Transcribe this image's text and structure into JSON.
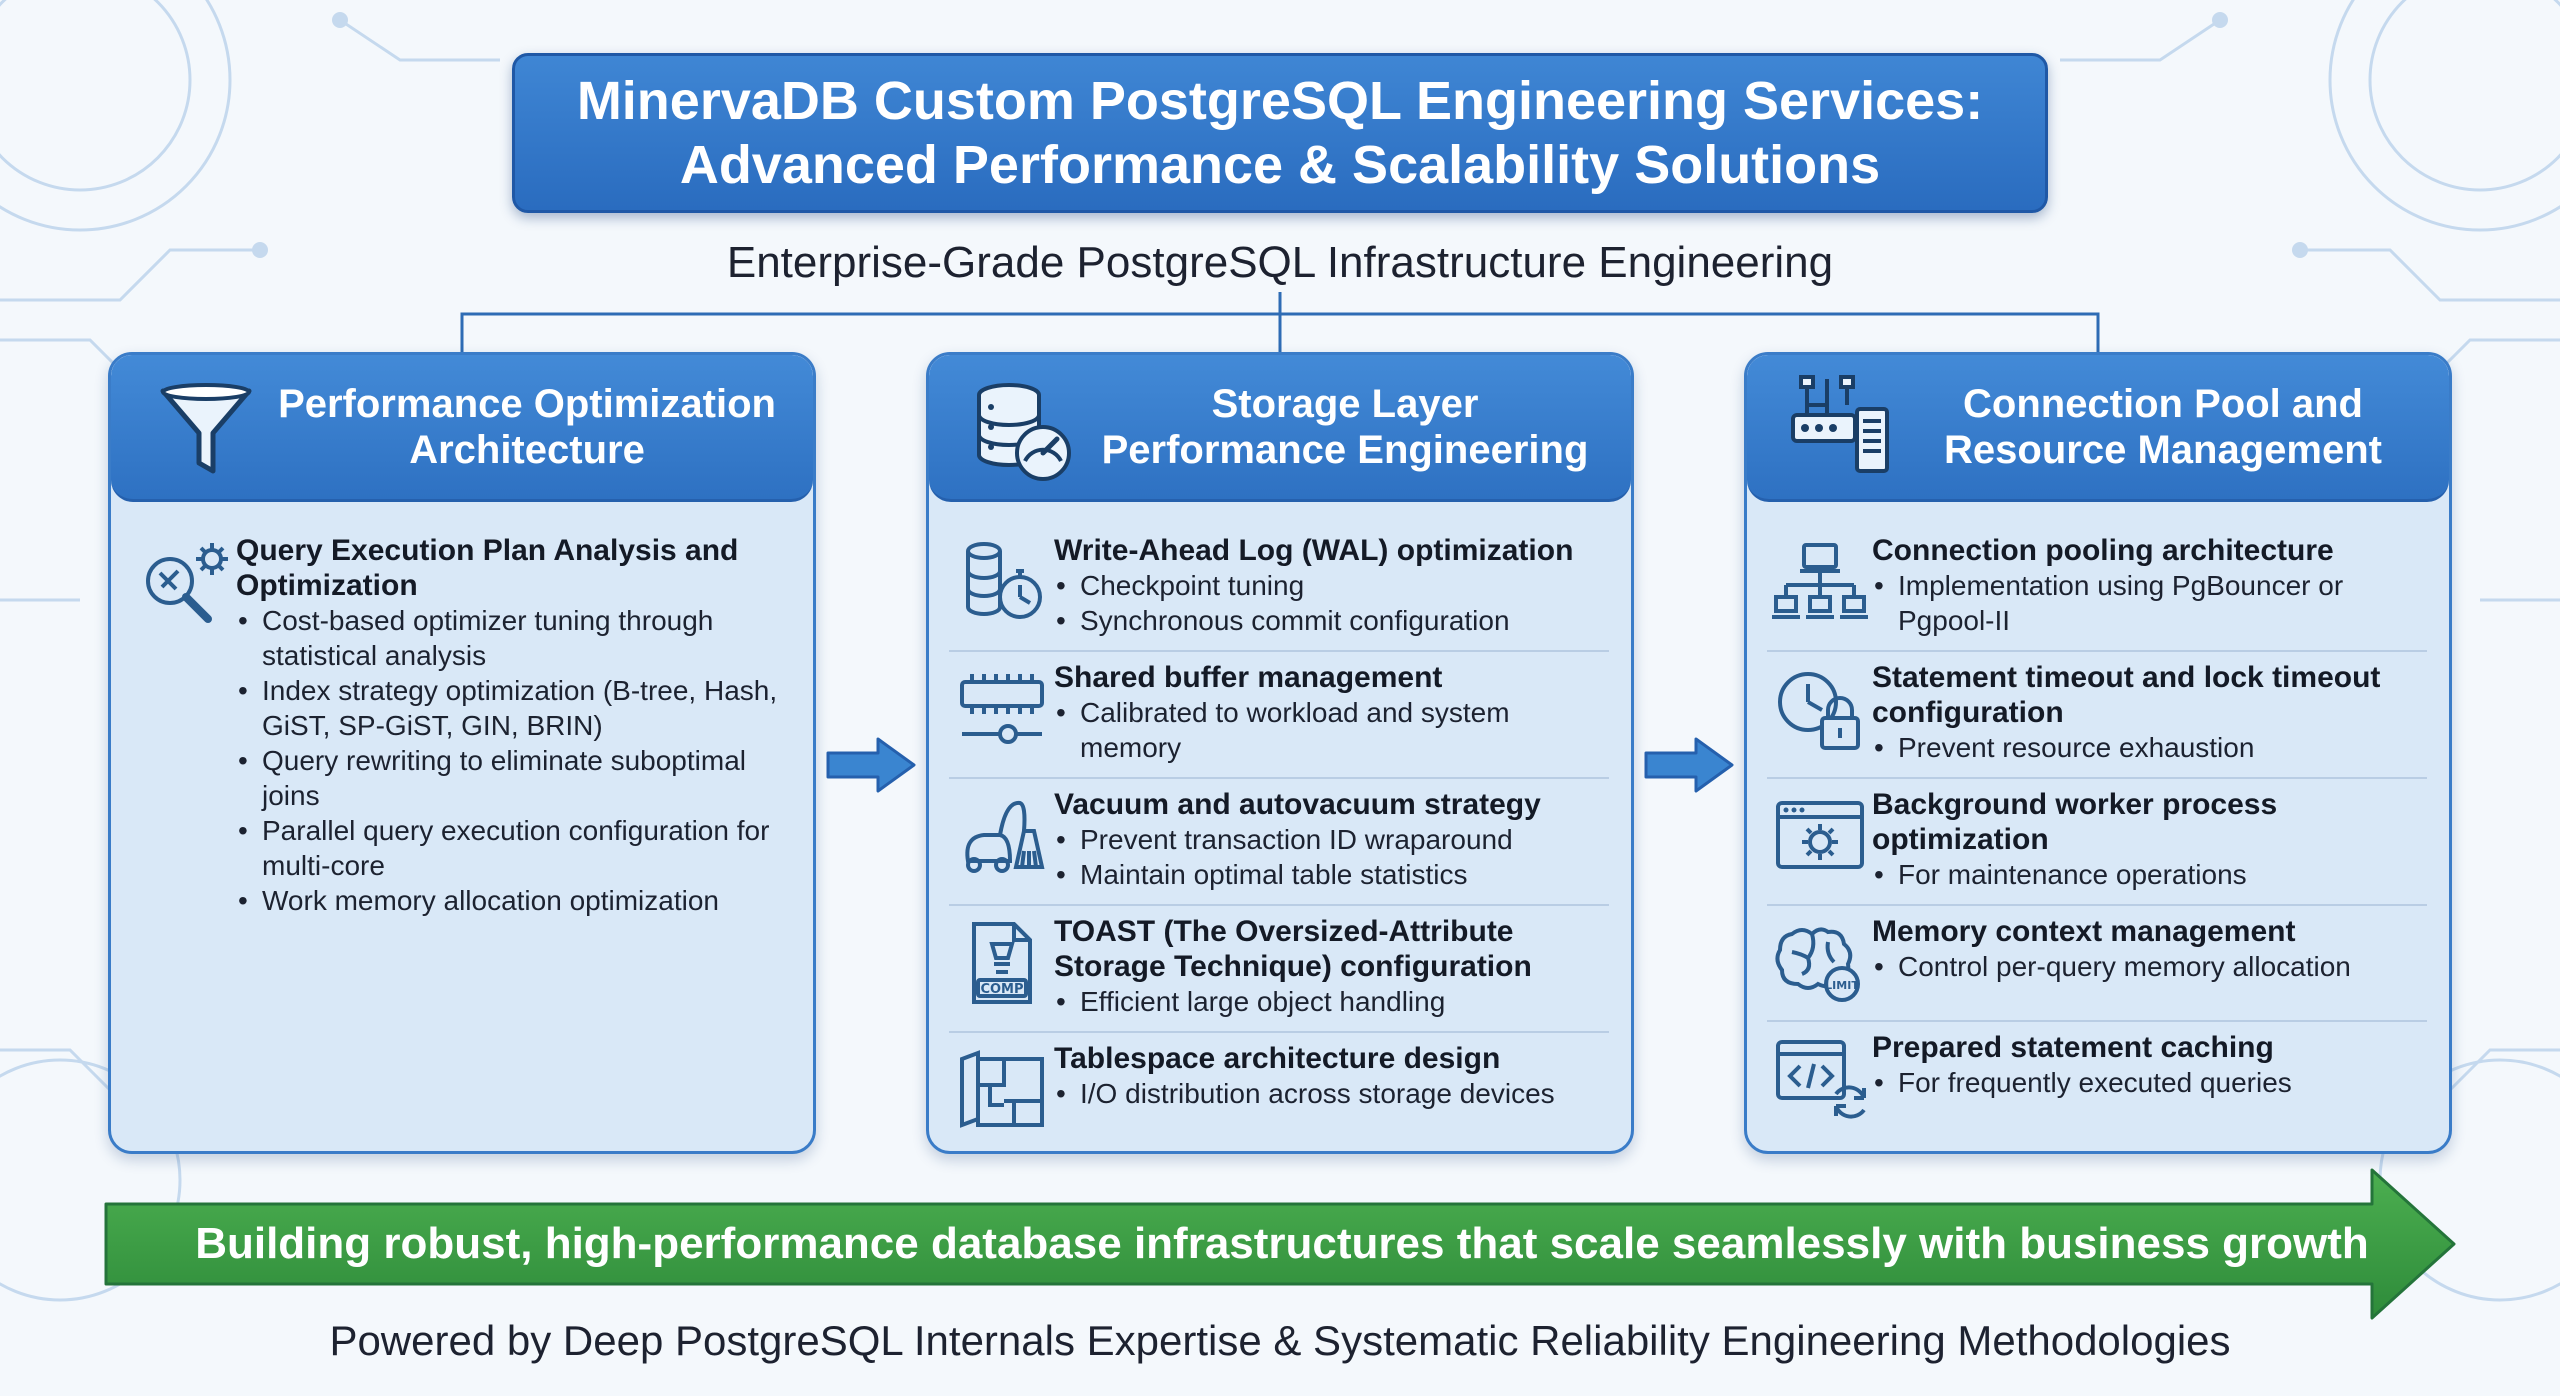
{
  "title": {
    "line1": "MinervaDB Custom PostgreSQL Engineering Services:",
    "line2": "Advanced Performance & Scalability Solutions"
  },
  "subtitle": "Enterprise-Grade PostgreSQL Infrastructure Engineering",
  "panels": [
    {
      "icon": "funnel-icon",
      "title_line1": "Performance Optimization",
      "title_line2": "Architecture",
      "items": [
        {
          "icon": "wrench-gear-magnifier-icon",
          "title": "Query Execution Plan Analysis and Optimization",
          "bullets": [
            "Cost-based optimizer tuning through statistical analysis",
            "Index strategy optimization (B-tree, Hash, GiST, SP-GiST, GIN, BRIN)",
            "Query rewriting to eliminate suboptimal joins",
            "Parallel query execution configuration for multi-core",
            "Work memory allocation optimization"
          ]
        }
      ]
    },
    {
      "icon": "database-gauge-icon",
      "title_line1": "Storage Layer",
      "title_line2": "Performance Engineering",
      "items": [
        {
          "icon": "log-stopwatch-icon",
          "title": "Write-Ahead Log (WAL) optimization",
          "bullets": [
            "Checkpoint tuning",
            "Synchronous commit configuration"
          ]
        },
        {
          "icon": "memory-slider-icon",
          "title": "Shared buffer management",
          "bullets": [
            "Calibrated to workload and system memory"
          ]
        },
        {
          "icon": "vacuum-broom-icon",
          "title": "Vacuum and autovacuum strategy",
          "bullets": [
            "Prevent transaction ID wraparound",
            "Maintain optimal table statistics"
          ]
        },
        {
          "icon": "compressed-file-icon",
          "title": "TOAST (The Oversized-Attribute Storage Technique) configuration",
          "bullets": [
            "Efficient large object handling"
          ]
        },
        {
          "icon": "floor-plan-icon",
          "title": "Tablespace architecture design",
          "bullets": [
            "I/O distribution across storage devices"
          ]
        }
      ]
    },
    {
      "icon": "network-server-icon",
      "title_line1": "Connection Pool and",
      "title_line2": "Resource Management",
      "items": [
        {
          "icon": "network-tree-icon",
          "title": "Connection pooling architecture",
          "bullets": [
            "Implementation using PgBouncer or Pgpool-II"
          ]
        },
        {
          "icon": "clock-lock-icon",
          "title": "Statement timeout and lock timeout configuration",
          "bullets": [
            "Prevent resource exhaustion"
          ]
        },
        {
          "icon": "window-gear-icon",
          "title": "Background worker process optimization",
          "bullets": [
            "For maintenance operations"
          ]
        },
        {
          "icon": "brain-limit-icon",
          "title": "Memory context management",
          "bullets": [
            "Control per-query memory allocation"
          ]
        },
        {
          "icon": "code-cache-icon",
          "title": "Prepared statement caching",
          "bullets": [
            "For frequently executed queries"
          ]
        }
      ]
    }
  ],
  "banner": "Building robust, high-performance database infrastructures that scale seamlessly with business growth",
  "footer": "Powered by Deep PostgreSQL Internals Expertise & Systematic Reliability Engineering Methodologies",
  "colors": {
    "primary_blue": "#2e71c2",
    "panel_fill": "#d9e8f7",
    "banner_green": "#3a9b45",
    "icon_stroke": "#2b5d8f"
  }
}
